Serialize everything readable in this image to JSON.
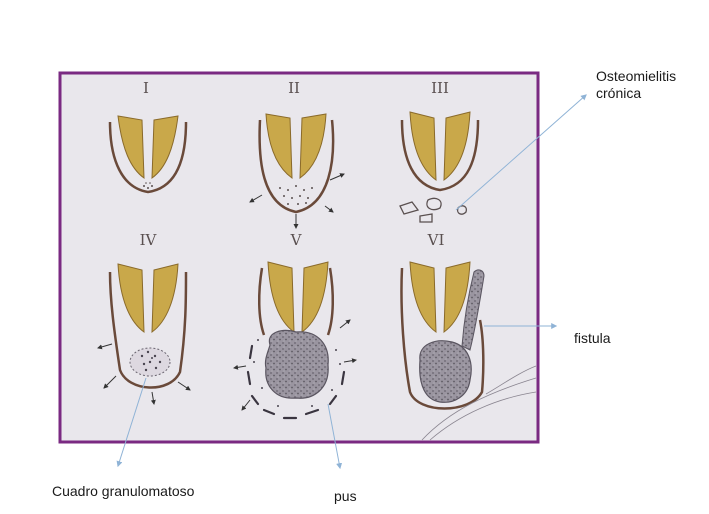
{
  "panels": [
    {
      "numeral": "I"
    },
    {
      "numeral": "II"
    },
    {
      "numeral": "III"
    },
    {
      "numeral": "IV"
    },
    {
      "numeral": "V"
    },
    {
      "numeral": "VI"
    }
  ],
  "annotations": {
    "osteomielitis_line1": "Osteomielitis",
    "osteomielitis_line2": "crónica",
    "fistula": "fistula",
    "granulomatoso": "Cuadro granulomatoso",
    "pus": "pus"
  },
  "colors": {
    "frame": "#7a2a82",
    "board": "#e9e7ec",
    "tooth": "#c9a84a",
    "outline": "#6a4a3a",
    "lesion": "#8a8590",
    "arrow_line": "#8fb3d6"
  }
}
